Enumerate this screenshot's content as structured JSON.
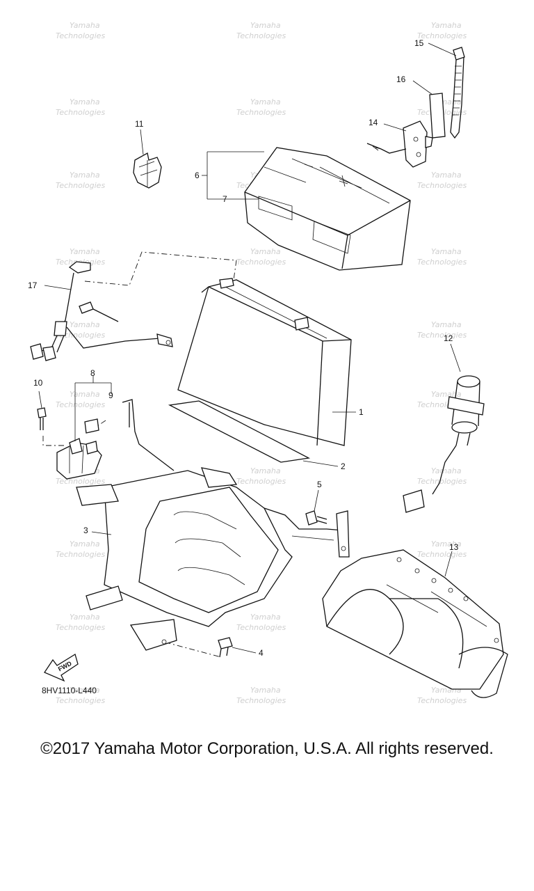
{
  "diagram": {
    "parts": [
      "1",
      "2",
      "3",
      "4",
      "5",
      "6",
      "7",
      "8",
      "9",
      "10",
      "11",
      "12",
      "13",
      "14",
      "15",
      "16",
      "17"
    ],
    "reference_code": "8HV1110-L440",
    "fwd_label": "FWD",
    "watermark_text": [
      "Yamaha",
      "Technologies"
    ]
  },
  "footer": {
    "copyright": "©2017 Yamaha Motor Corporation, U.S.A. All rights reserved."
  }
}
